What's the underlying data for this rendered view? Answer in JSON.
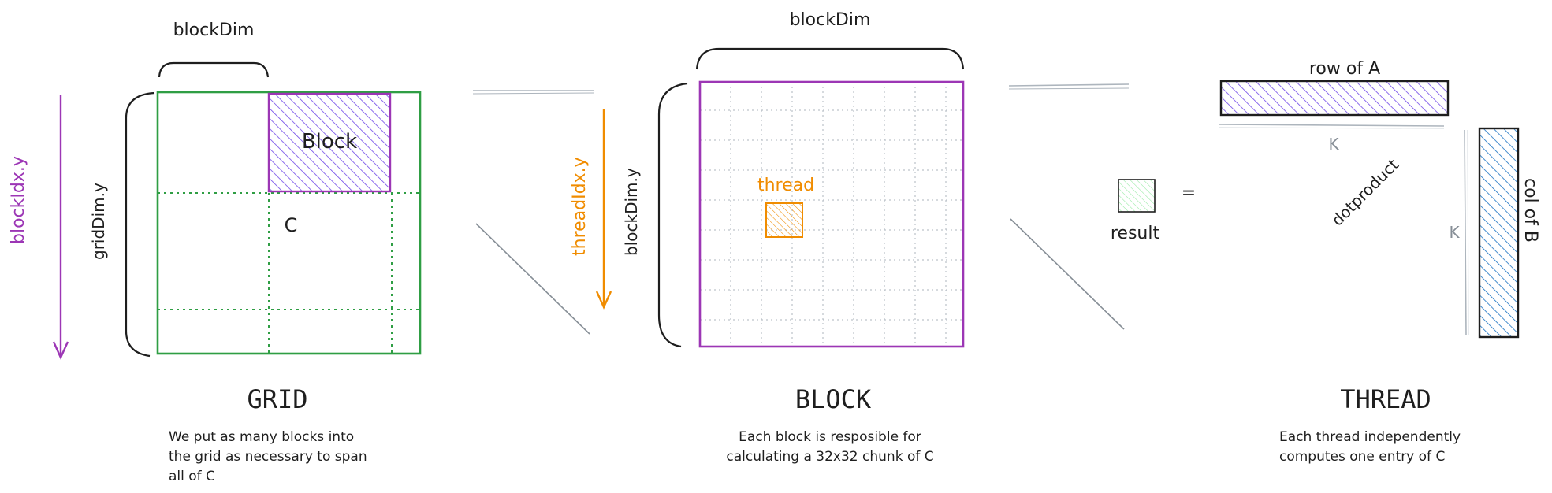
{
  "colors": {
    "ink": "#1e1e1e",
    "grid_green": "#2f9e44",
    "block_purple": "#9c36b5",
    "hatch_purple": "#7048e8",
    "thread_orange": "#f08c00",
    "result_green": "#b2f2bb",
    "col_blue": "#1971c2",
    "muted": "#868e96",
    "cell_gray": "#adb5bd"
  },
  "grid": {
    "block_dim_label": "blockDim",
    "block_idx_label": "blockIdx.y",
    "grid_dim_label": "gridDim.y",
    "block_label": "Block",
    "matrix_label": "C",
    "title": "GRID",
    "caption": [
      "We put as many blocks into",
      "the grid as necessary to span",
      "all of C"
    ]
  },
  "block": {
    "block_dim_top_label": "blockDim",
    "thread_idx_label": "threadIdx.y",
    "block_dim_side_label": "blockDim.y",
    "thread_label": "thread",
    "title": "BLOCK",
    "caption": [
      "Each block is resposible for",
      "calculating a 32x32 chunk of C"
    ]
  },
  "thread": {
    "result_label": "result",
    "equals": "=",
    "row_label": "row of A",
    "k_label_row": "K",
    "dotproduct_label": "dotproduct",
    "k_label_col": "K",
    "col_label": "col of B",
    "title": "THREAD",
    "caption": [
      "Each thread independently",
      "computes one entry of C"
    ]
  }
}
